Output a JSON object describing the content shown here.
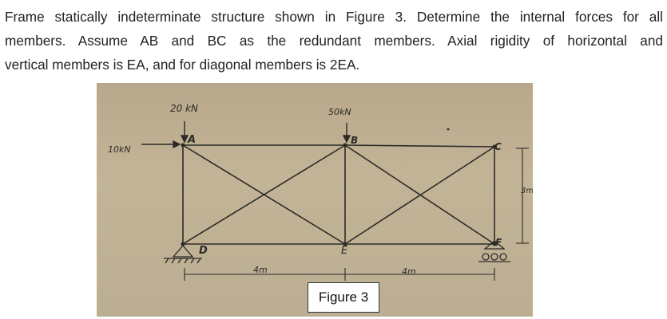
{
  "problem": {
    "line1": "Frame statically indeterminate structure shown in Figure 3. Determine the internal forces for all",
    "line2": "members. Assume AB and BC as the redundant members. Axial rigidity of horizontal and",
    "line3": "vertical members is EA, and for diagonal members is 2EA."
  },
  "figure": {
    "caption": "Figure 3",
    "loads": {
      "at_a": "20 kN",
      "at_b": "50kN",
      "horizontal": "10kN"
    },
    "nodes": {
      "a": "A",
      "b": "B",
      "c": "C",
      "d": "D",
      "e": "E",
      "f": "F"
    },
    "dimensions": {
      "span_left": "4m",
      "span_right": "4m",
      "height": "3m"
    }
  }
}
